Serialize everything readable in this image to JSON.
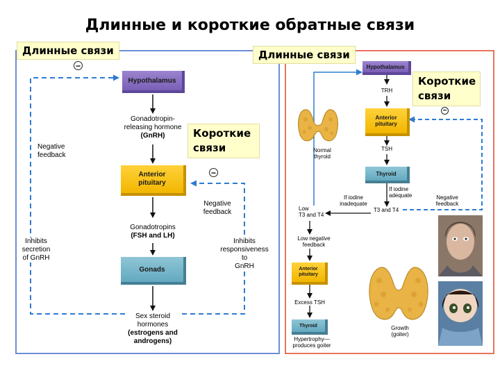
{
  "slide": {
    "title": "Длинные и короткие обратные связи"
  },
  "labels": {
    "long_left": "Длинные связи",
    "long_right": "Длинные связи",
    "short_left": "Короткие связи",
    "short_right": "Короткие связи"
  },
  "left_diagram": {
    "hypothalamus": "Hypothalamus",
    "gnrh_line1": "Gonadotropin-",
    "gnrh_line2": "releasing hormone",
    "gnrh_line3": "(GnRH)",
    "anterior_line1": "Anterior",
    "anterior_line2": "pituitary",
    "gonadotropins_line1": "Gonadotropins",
    "gonadotropins_line2": "(FSH and LH)",
    "gonads": "Gonads",
    "steroid_line1": "Sex steroid",
    "steroid_line2": "hormones",
    "steroid_line3": "(estrogens and",
    "steroid_line4": "androgens)",
    "neg_fb_left_line1": "Negative",
    "neg_fb_left_line2": "feedback",
    "neg_fb_right_line1": "Negative",
    "neg_fb_right_line2": "feedback",
    "inhibits_sec_line1": "Inhibits",
    "inhibits_sec_line2": "secretion",
    "inhibits_sec_line3": "of GnRH",
    "inhibits_resp_line1": "Inhibits",
    "inhibits_resp_line2": "responsiveness",
    "inhibits_resp_line3": "to",
    "inhibits_resp_line4": "GnRH",
    "minus": "−"
  },
  "right_diagram": {
    "hypothalamus": "Hypothalamus",
    "trh": "TRH",
    "anterior_line1": "Anterior",
    "anterior_line2": "pituitary",
    "tsh": "TSH",
    "thyroid": "Thyroid",
    "iodine_adequate_line1": "If iodine",
    "iodine_adequate_line2": "adequate",
    "iodine_inadequate_line1": "If iodine",
    "iodine_inadequate_line2": "inadequate",
    "t3t4": "T3 and T4",
    "neg_fb_line1": "Negative",
    "neg_fb_line2": "feedback",
    "low_line1": "Low",
    "low_line2": "T3 and T4",
    "low_neg_line1": "Low negative",
    "low_neg_line2": "feedback",
    "anterior2_line1": "Anterior",
    "anterior2_line2": "pituitary",
    "excess_tsh": "Excess TSH",
    "thyroid2": "Thyroid",
    "hypertrophy_line1": "Hypertrophy—",
    "hypertrophy_line2": "produces goiter",
    "normal_line1": "Normal",
    "normal_line2": "thyroid",
    "growth_line1": "Growth",
    "growth_line2": "(goiter)",
    "minus": "−"
  },
  "colors": {
    "hypothalamus": "#7a60b6",
    "pituitary": "#f2b600",
    "gonads_thyroid": "#63a9c0",
    "feedback_line": "#2e7bd1",
    "left_panel_border": "#6b8fd6",
    "right_panel_border": "#e8735c",
    "label_bg": "#ffffcc"
  }
}
